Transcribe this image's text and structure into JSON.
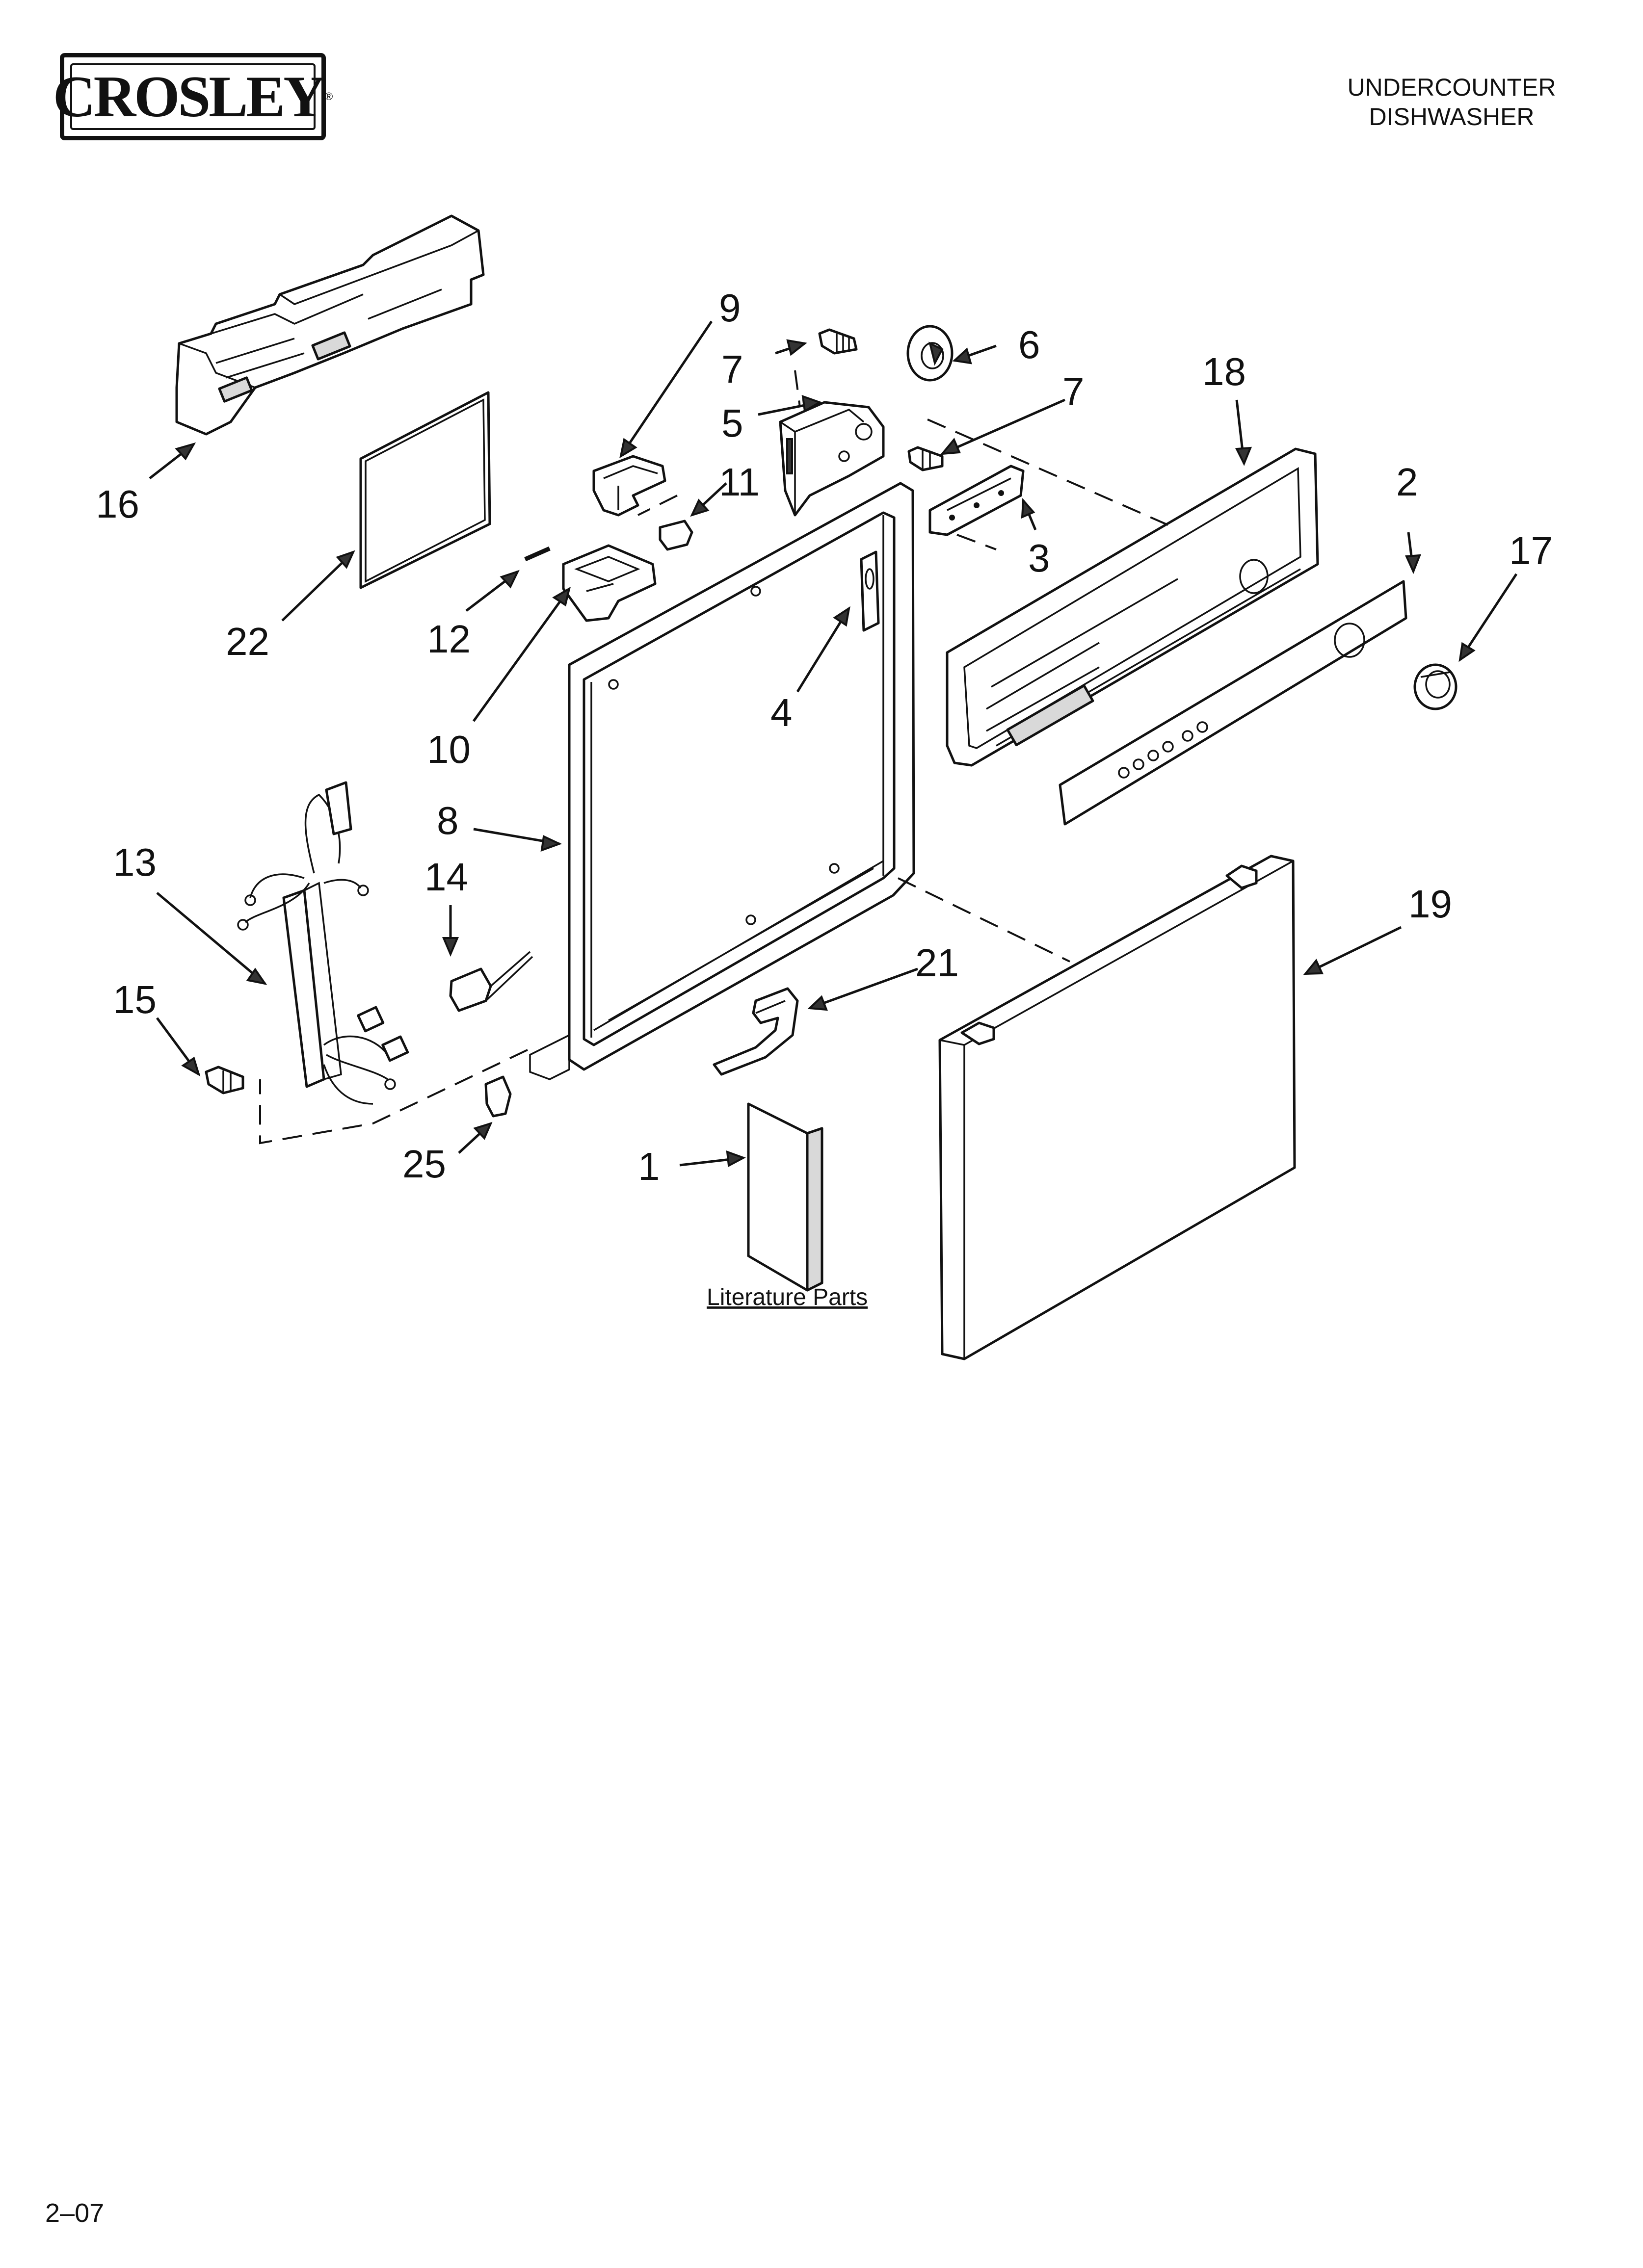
{
  "brand": {
    "logo_text": "CROSLEY",
    "logo_mark": "®"
  },
  "document": {
    "title_line1": "UNDERCOUNTER",
    "title_line2": "DISHWASHER",
    "code": "2–07"
  },
  "literature_label": "Literature Parts",
  "callouts": {
    "c1": "1",
    "c2": "2",
    "c3": "3",
    "c4": "4",
    "c5": "5",
    "c6": "6",
    "c7a": "7",
    "c7b": "7",
    "c8": "8",
    "c9": "9",
    "c10": "10",
    "c11": "11",
    "c12": "12",
    "c13": "13",
    "c14": "14",
    "c15": "15",
    "c16": "16",
    "c17": "17",
    "c18": "18",
    "c19": "19",
    "c21": "21",
    "c22": "22",
    "c25": "25"
  }
}
